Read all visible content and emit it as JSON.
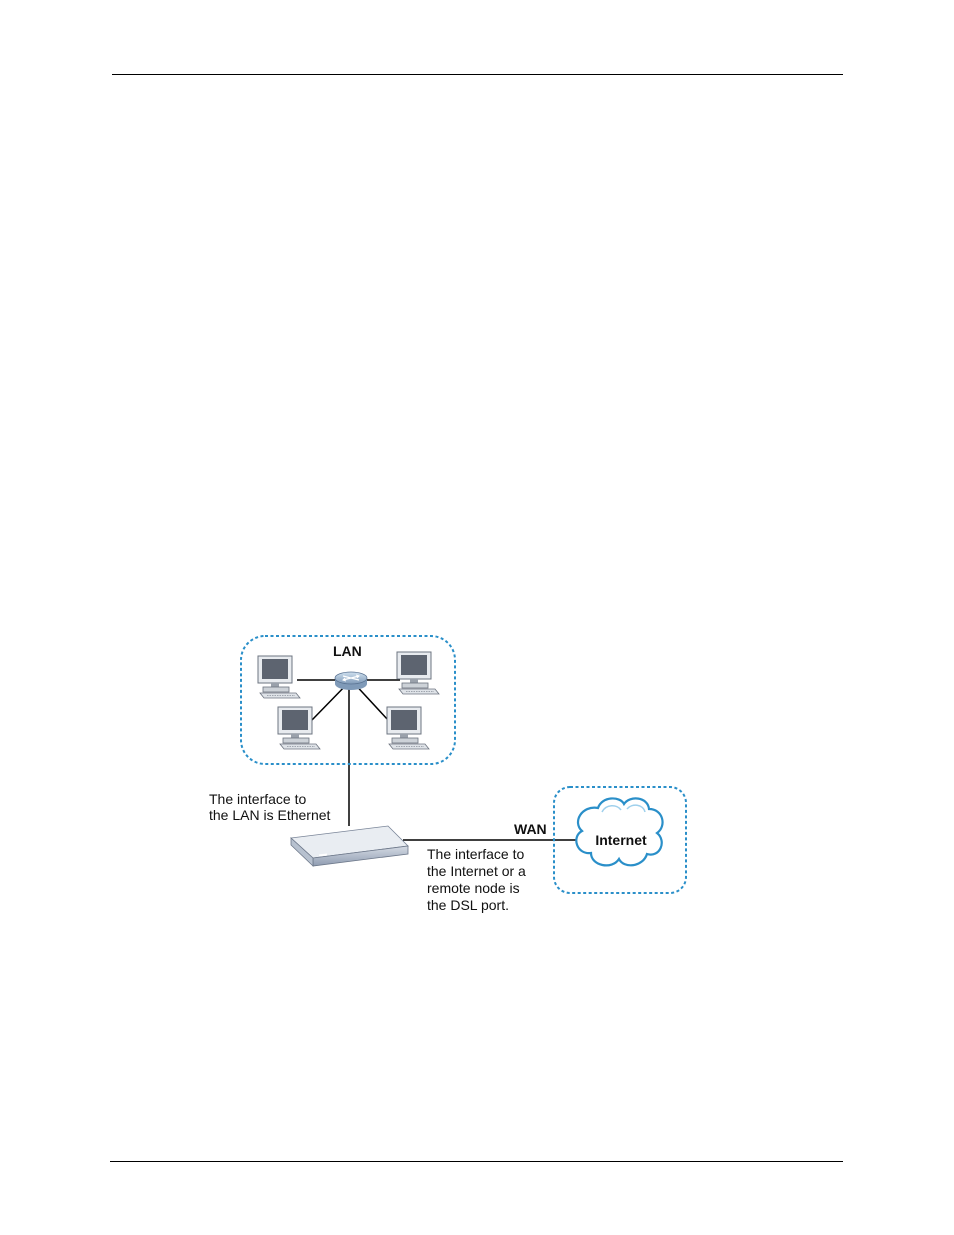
{
  "diagram": {
    "lan_label": "LAN",
    "wan_label": "WAN",
    "internet_label": "Internet",
    "lan_interface_caption": [
      "The interface to",
      "the LAN is Ethernet"
    ],
    "wan_interface_caption": [
      "The interface to",
      "the Internet or a",
      "remote node is",
      "the DSL port."
    ],
    "colors": {
      "zone_border": "#2a8fc9",
      "cloud_outline": "#2a8fc9",
      "line": "#000000",
      "device": "#9aa8bd"
    }
  }
}
